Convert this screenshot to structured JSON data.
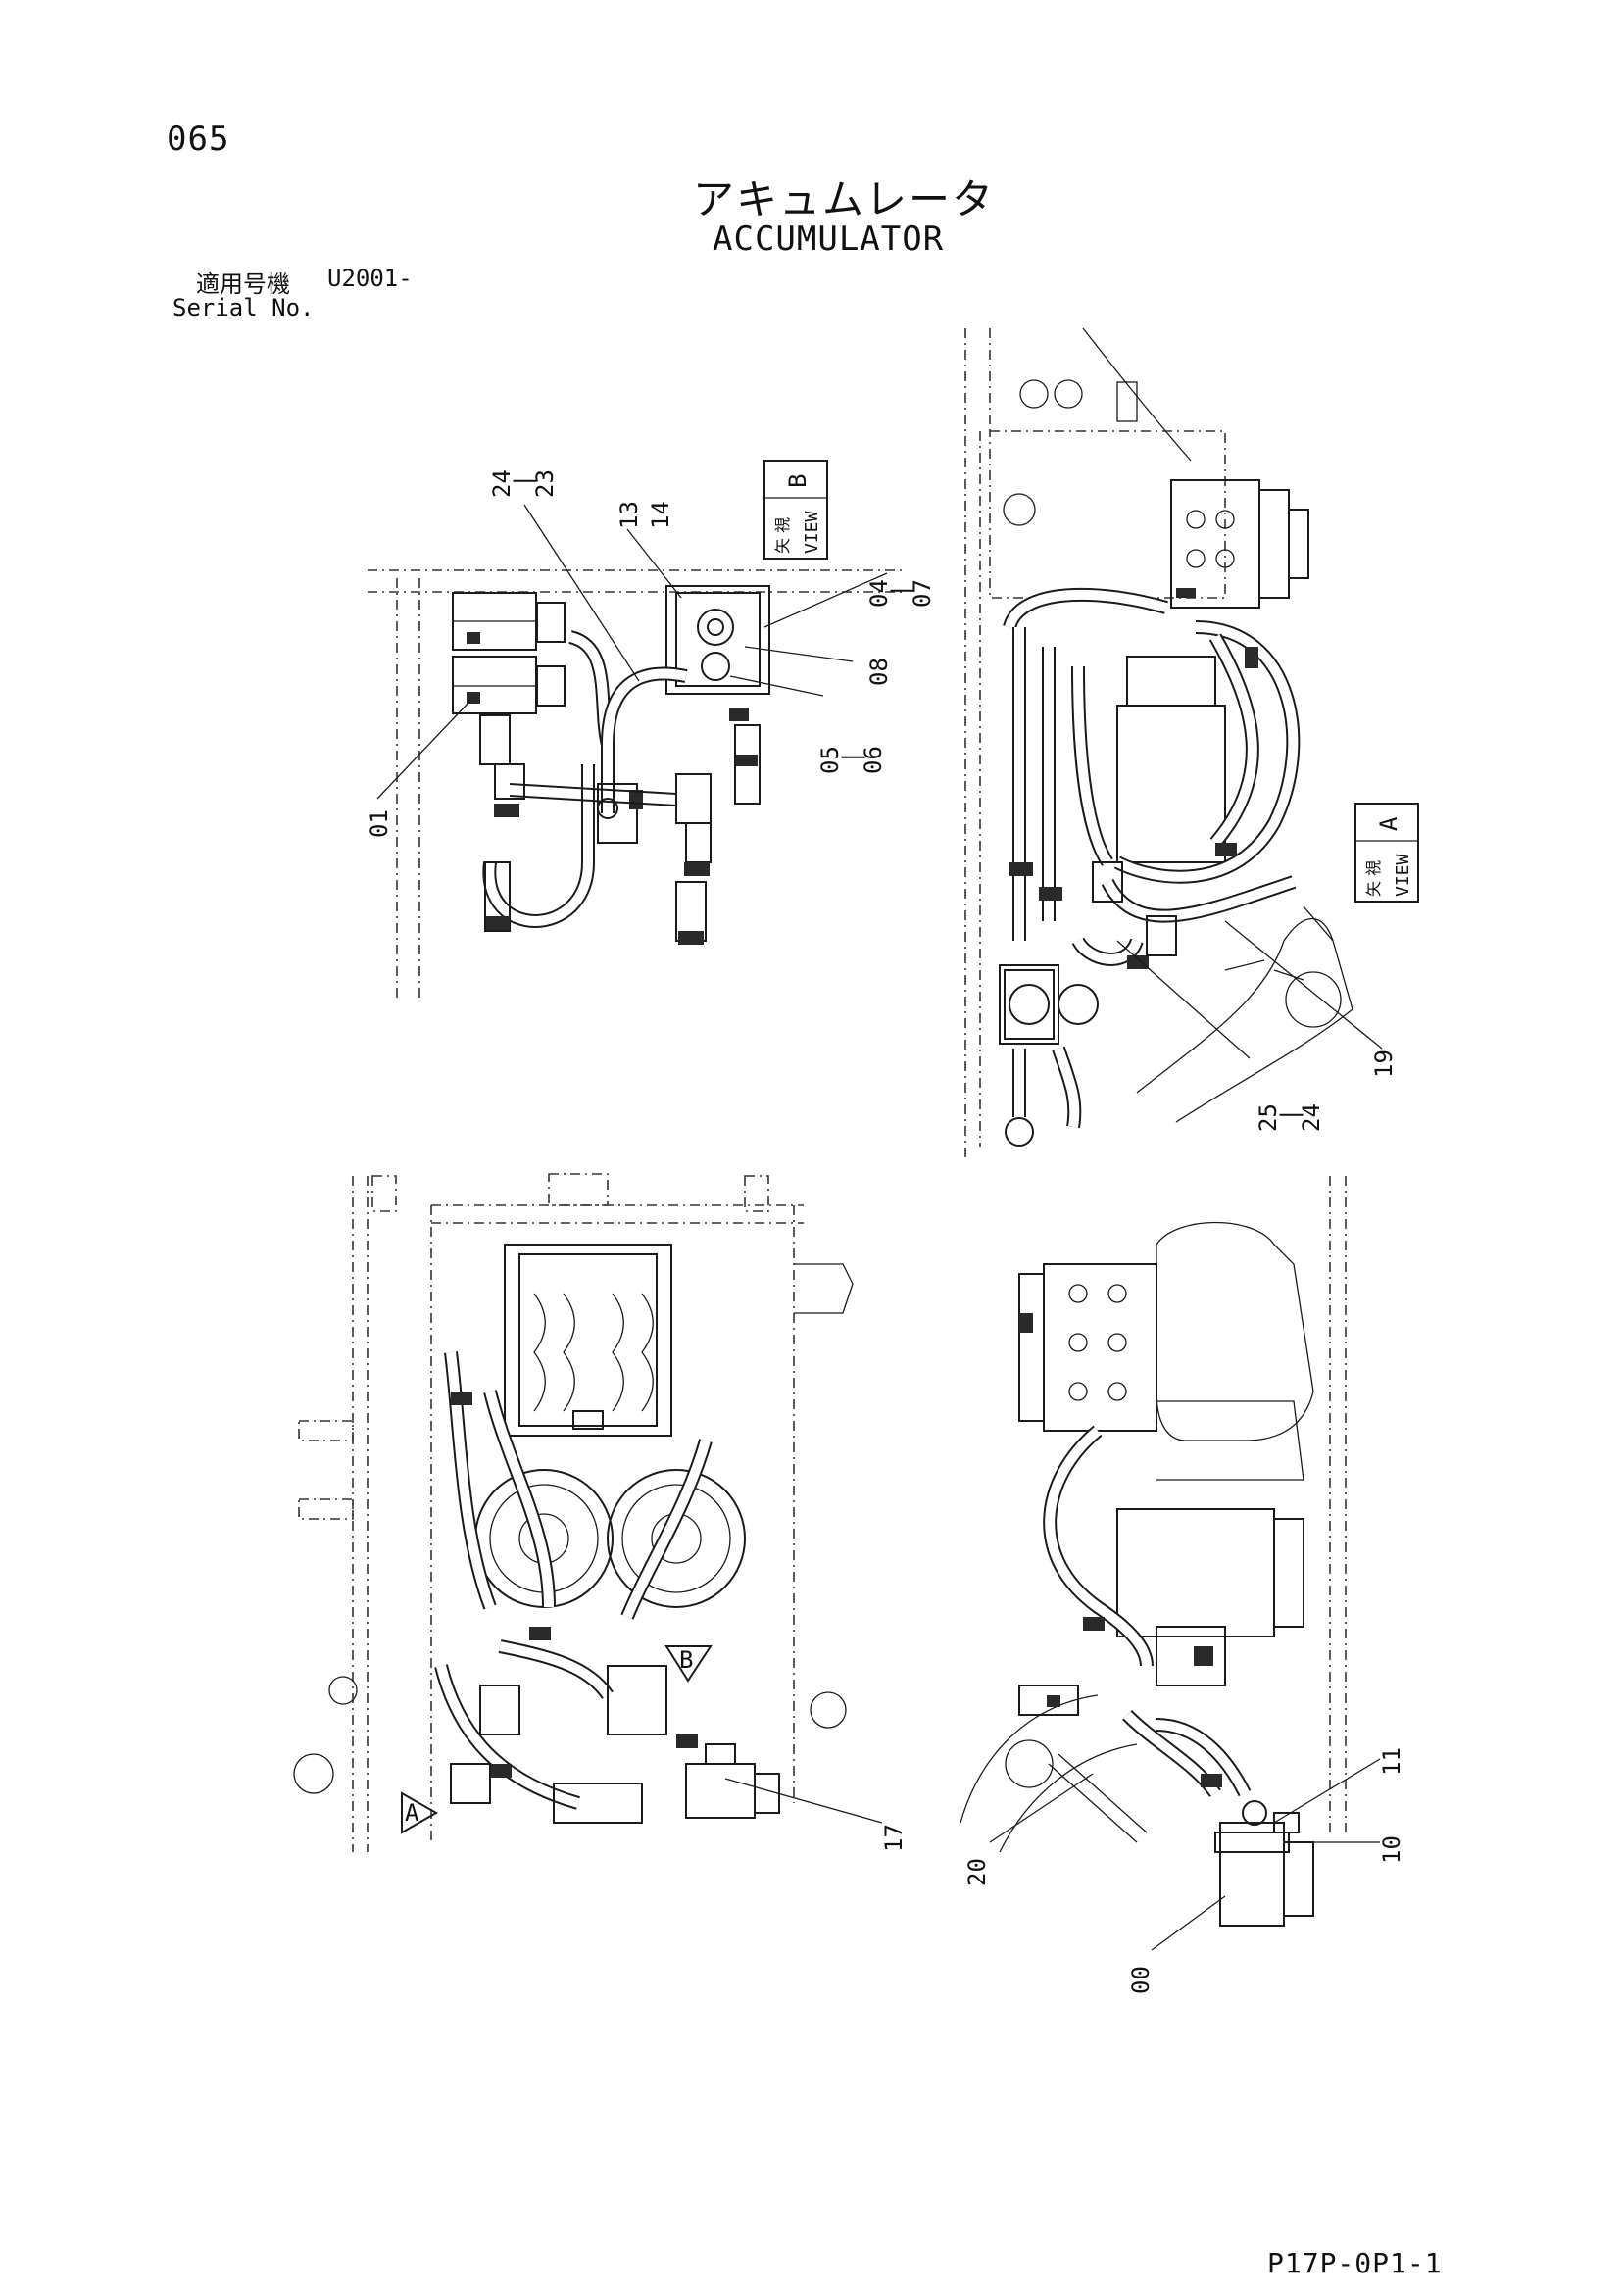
{
  "page_number": "065",
  "title_ja": "アキュムレータ",
  "title_en": "ACCUMULATOR",
  "serial": {
    "label_ja": "適用号機",
    "value": "U2001-",
    "label_en": "Serial No."
  },
  "drawing_code": "P17P-0P1-1",
  "views": [
    {
      "id": "view-b",
      "letter": "B",
      "label_ja": "矢 視",
      "label_en": "VIEW"
    },
    {
      "id": "view-a",
      "letter": "A",
      "label_ja": "矢 視",
      "label_en": "VIEW"
    }
  ],
  "arrow_markers": [
    "B",
    "A"
  ],
  "callouts": {
    "view_b": [
      {
        "id": "c-24-23",
        "lines": [
          "24",
          "|",
          "23"
        ]
      },
      {
        "id": "c-13-14",
        "lines": [
          "13",
          "14"
        ]
      },
      {
        "id": "c-04-07",
        "lines": [
          "04",
          "|",
          "07"
        ]
      },
      {
        "id": "c-08",
        "lines": [
          "08"
        ]
      },
      {
        "id": "c-05-06",
        "lines": [
          "05",
          "|",
          "06"
        ]
      },
      {
        "id": "c-01",
        "lines": [
          "01"
        ]
      }
    ],
    "view_a": [
      {
        "id": "c-25-24",
        "lines": [
          "25",
          "|",
          "24"
        ]
      },
      {
        "id": "c-19",
        "lines": [
          "19"
        ]
      }
    ],
    "plan": [
      {
        "id": "c-17",
        "lines": [
          "17"
        ]
      }
    ],
    "side": [
      {
        "id": "c-11",
        "lines": [
          "11"
        ]
      },
      {
        "id": "c-10",
        "lines": [
          "10"
        ]
      },
      {
        "id": "c-20",
        "lines": [
          "20"
        ]
      },
      {
        "id": "c-00",
        "lines": [
          "00"
        ]
      }
    ]
  }
}
